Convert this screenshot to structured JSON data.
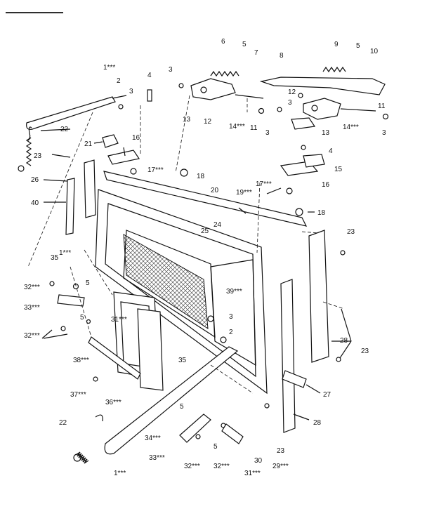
{
  "diagram": {
    "callouts": [
      {
        "id": "c-top-1",
        "text": "1***"
      },
      {
        "id": "c-top-2",
        "text": "2"
      },
      {
        "id": "c-top-3a",
        "text": "3"
      },
      {
        "id": "c-4a",
        "text": "4"
      },
      {
        "id": "c-3b",
        "text": "3"
      },
      {
        "id": "c-6",
        "text": "6"
      },
      {
        "id": "c-5a",
        "text": "5"
      },
      {
        "id": "c-7",
        "text": "7"
      },
      {
        "id": "c-8",
        "text": "8"
      },
      {
        "id": "c-9",
        "text": "9"
      },
      {
        "id": "c-5b",
        "text": "5"
      },
      {
        "id": "c-10",
        "text": "10"
      },
      {
        "id": "c-22a",
        "text": "22"
      },
      {
        "id": "c-13a",
        "text": "13"
      },
      {
        "id": "c-12a",
        "text": "12"
      },
      {
        "id": "c-14a",
        "text": "14***"
      },
      {
        "id": "c-11a",
        "text": "11"
      },
      {
        "id": "c-3c",
        "text": "3"
      },
      {
        "id": "c-12b",
        "text": "12"
      },
      {
        "id": "c-3d",
        "text": "3"
      },
      {
        "id": "c-11b",
        "text": "11"
      },
      {
        "id": "c-14b",
        "text": "14***"
      },
      {
        "id": "c-13b",
        "text": "13"
      },
      {
        "id": "c-3e",
        "text": "3"
      },
      {
        "id": "c-21",
        "text": "21"
      },
      {
        "id": "c-16a",
        "text": "16"
      },
      {
        "id": "c-23a",
        "text": "23"
      },
      {
        "id": "c-4b",
        "text": "4"
      },
      {
        "id": "c-17a",
        "text": "17***"
      },
      {
        "id": "c-18a",
        "text": "18"
      },
      {
        "id": "c-15",
        "text": "15"
      },
      {
        "id": "c-16b",
        "text": "16"
      },
      {
        "id": "c-26",
        "text": "26"
      },
      {
        "id": "c-20",
        "text": "20"
      },
      {
        "id": "c-17b",
        "text": "17***"
      },
      {
        "id": "c-19",
        "text": "19***"
      },
      {
        "id": "c-40",
        "text": "40"
      },
      {
        "id": "c-18b",
        "text": "18"
      },
      {
        "id": "c-25",
        "text": "25"
      },
      {
        "id": "c-24",
        "text": "24"
      },
      {
        "id": "c-23b",
        "text": "23"
      },
      {
        "id": "c-1b",
        "text": "1***"
      },
      {
        "id": "c-35a",
        "text": "35"
      },
      {
        "id": "c-32a",
        "text": "32***"
      },
      {
        "id": "c-5c",
        "text": "5"
      },
      {
        "id": "c-39",
        "text": "39***"
      },
      {
        "id": "c-33a",
        "text": "33***"
      },
      {
        "id": "c-5d",
        "text": "5"
      },
      {
        "id": "c-31a",
        "text": "31***"
      },
      {
        "id": "c-3f",
        "text": "3"
      },
      {
        "id": "c-2b",
        "text": "2"
      },
      {
        "id": "c-32b",
        "text": "32***"
      },
      {
        "id": "c-28a",
        "text": "28"
      },
      {
        "id": "c-23c",
        "text": "23"
      },
      {
        "id": "c-38",
        "text": "38***"
      },
      {
        "id": "c-35b",
        "text": "35"
      },
      {
        "id": "c-37",
        "text": "37***"
      },
      {
        "id": "c-27",
        "text": "27"
      },
      {
        "id": "c-36",
        "text": "36***"
      },
      {
        "id": "c-5e",
        "text": "5"
      },
      {
        "id": "c-28b",
        "text": "28"
      },
      {
        "id": "c-22b",
        "text": "22"
      },
      {
        "id": "c-34",
        "text": "34***"
      },
      {
        "id": "c-5f",
        "text": "5"
      },
      {
        "id": "c-23d",
        "text": "23"
      },
      {
        "id": "c-33b",
        "text": "33***"
      },
      {
        "id": "c-30",
        "text": "30"
      },
      {
        "id": "c-29",
        "text": "29***"
      },
      {
        "id": "c-32c",
        "text": "32***"
      },
      {
        "id": "c-32d",
        "text": "32***"
      },
      {
        "id": "c-31b",
        "text": "31***"
      },
      {
        "id": "c-1c",
        "text": "1***"
      }
    ]
  }
}
